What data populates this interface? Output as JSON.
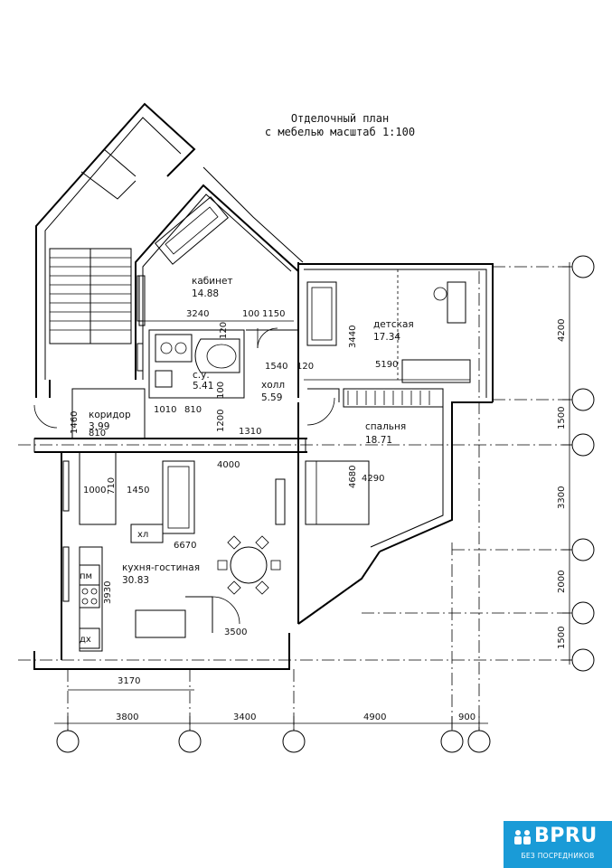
{
  "title": {
    "line1": "Отделочный план",
    "line2": "с мебелью масштаб 1:100"
  },
  "rooms": {
    "cabinet": {
      "name": "кабинет",
      "area": "14.88"
    },
    "nursery": {
      "name": "детская",
      "area": "17.34"
    },
    "bathroom": {
      "name": "с.у.",
      "area": "5.41"
    },
    "hall": {
      "name": "холл",
      "area": "5.59"
    },
    "corridor": {
      "name": "коридор",
      "area": "3.99"
    },
    "bedroom": {
      "name": "спальня",
      "area": "18.71"
    },
    "kitchen": {
      "name": "кухня-гостиная",
      "area": "30.83"
    }
  },
  "appliances": {
    "fridge": "хл",
    "dishwasher": "пм",
    "wardrobe": "дх"
  },
  "dimensions": {
    "d3240": "3240",
    "d100": "100",
    "d1150": "1150",
    "d120a": "120",
    "d3440": "3440",
    "d1540": "1540",
    "d120b": "120",
    "d5190": "5190",
    "d1460": "1460",
    "d1010": "1010",
    "d810a": "810",
    "d810b": "810",
    "d1200": "1200",
    "d100b": "100",
    "d1310": "1310",
    "d4000": "4000",
    "d4680": "4680",
    "d4290": "4290",
    "d1000": "1000",
    "d710": "710",
    "d1450": "1450",
    "d6670": "6670",
    "d3930": "3930",
    "d3500": "3500",
    "d3170": "3170"
  },
  "bottom_axis": {
    "d1": "3800",
    "d2": "3400",
    "d3": "4900",
    "d4": "900"
  },
  "right_axis": {
    "d1": "4200",
    "d2": "1500",
    "d3": "3300",
    "d4": "2000",
    "d5": "1500"
  },
  "logo": {
    "name": "BPRU",
    "tagline": "БЕЗ ПОСРЕДНИКОВ",
    "color": "#1a9bd7"
  }
}
